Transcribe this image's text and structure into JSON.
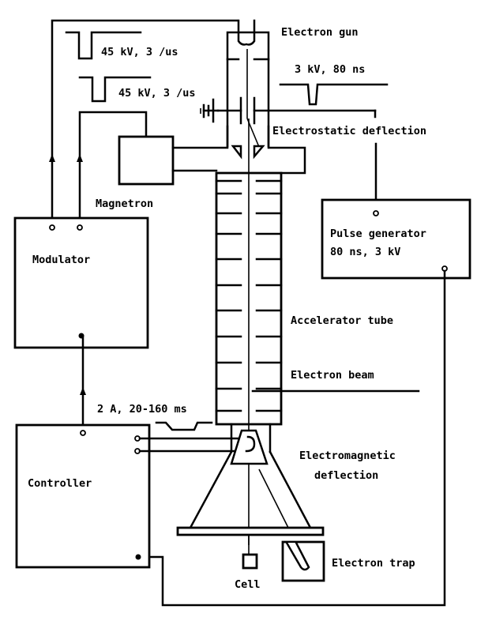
{
  "diagram": {
    "labels": {
      "electron_gun": "Electron gun",
      "pulse_45kv_a": "45 kV, 3 /us",
      "pulse_45kv_b": "45 kV, 3 /us",
      "pulse_3kv": "3 kV, 80 ns",
      "electrostatic_deflection": "Electrostatic deflection",
      "magnetron": "Magnetron",
      "modulator": "Modulator",
      "pulse_generator_line1": "Pulse generator",
      "pulse_generator_line2": "80 ns, 3 kV",
      "accelerator_tube": "Accelerator tube",
      "electron_beam": "Electron beam",
      "controller_pulse": "2 A, 20-160 ms",
      "controller": "Controller",
      "electromagnetic_deflection_line1": "Electromagnetic",
      "electromagnetic_deflection_line2": "deflection",
      "cell": "Cell",
      "electron_trap": "Electron trap"
    },
    "colors": {
      "ink": "#000000",
      "paper": "#ffffff"
    }
  }
}
